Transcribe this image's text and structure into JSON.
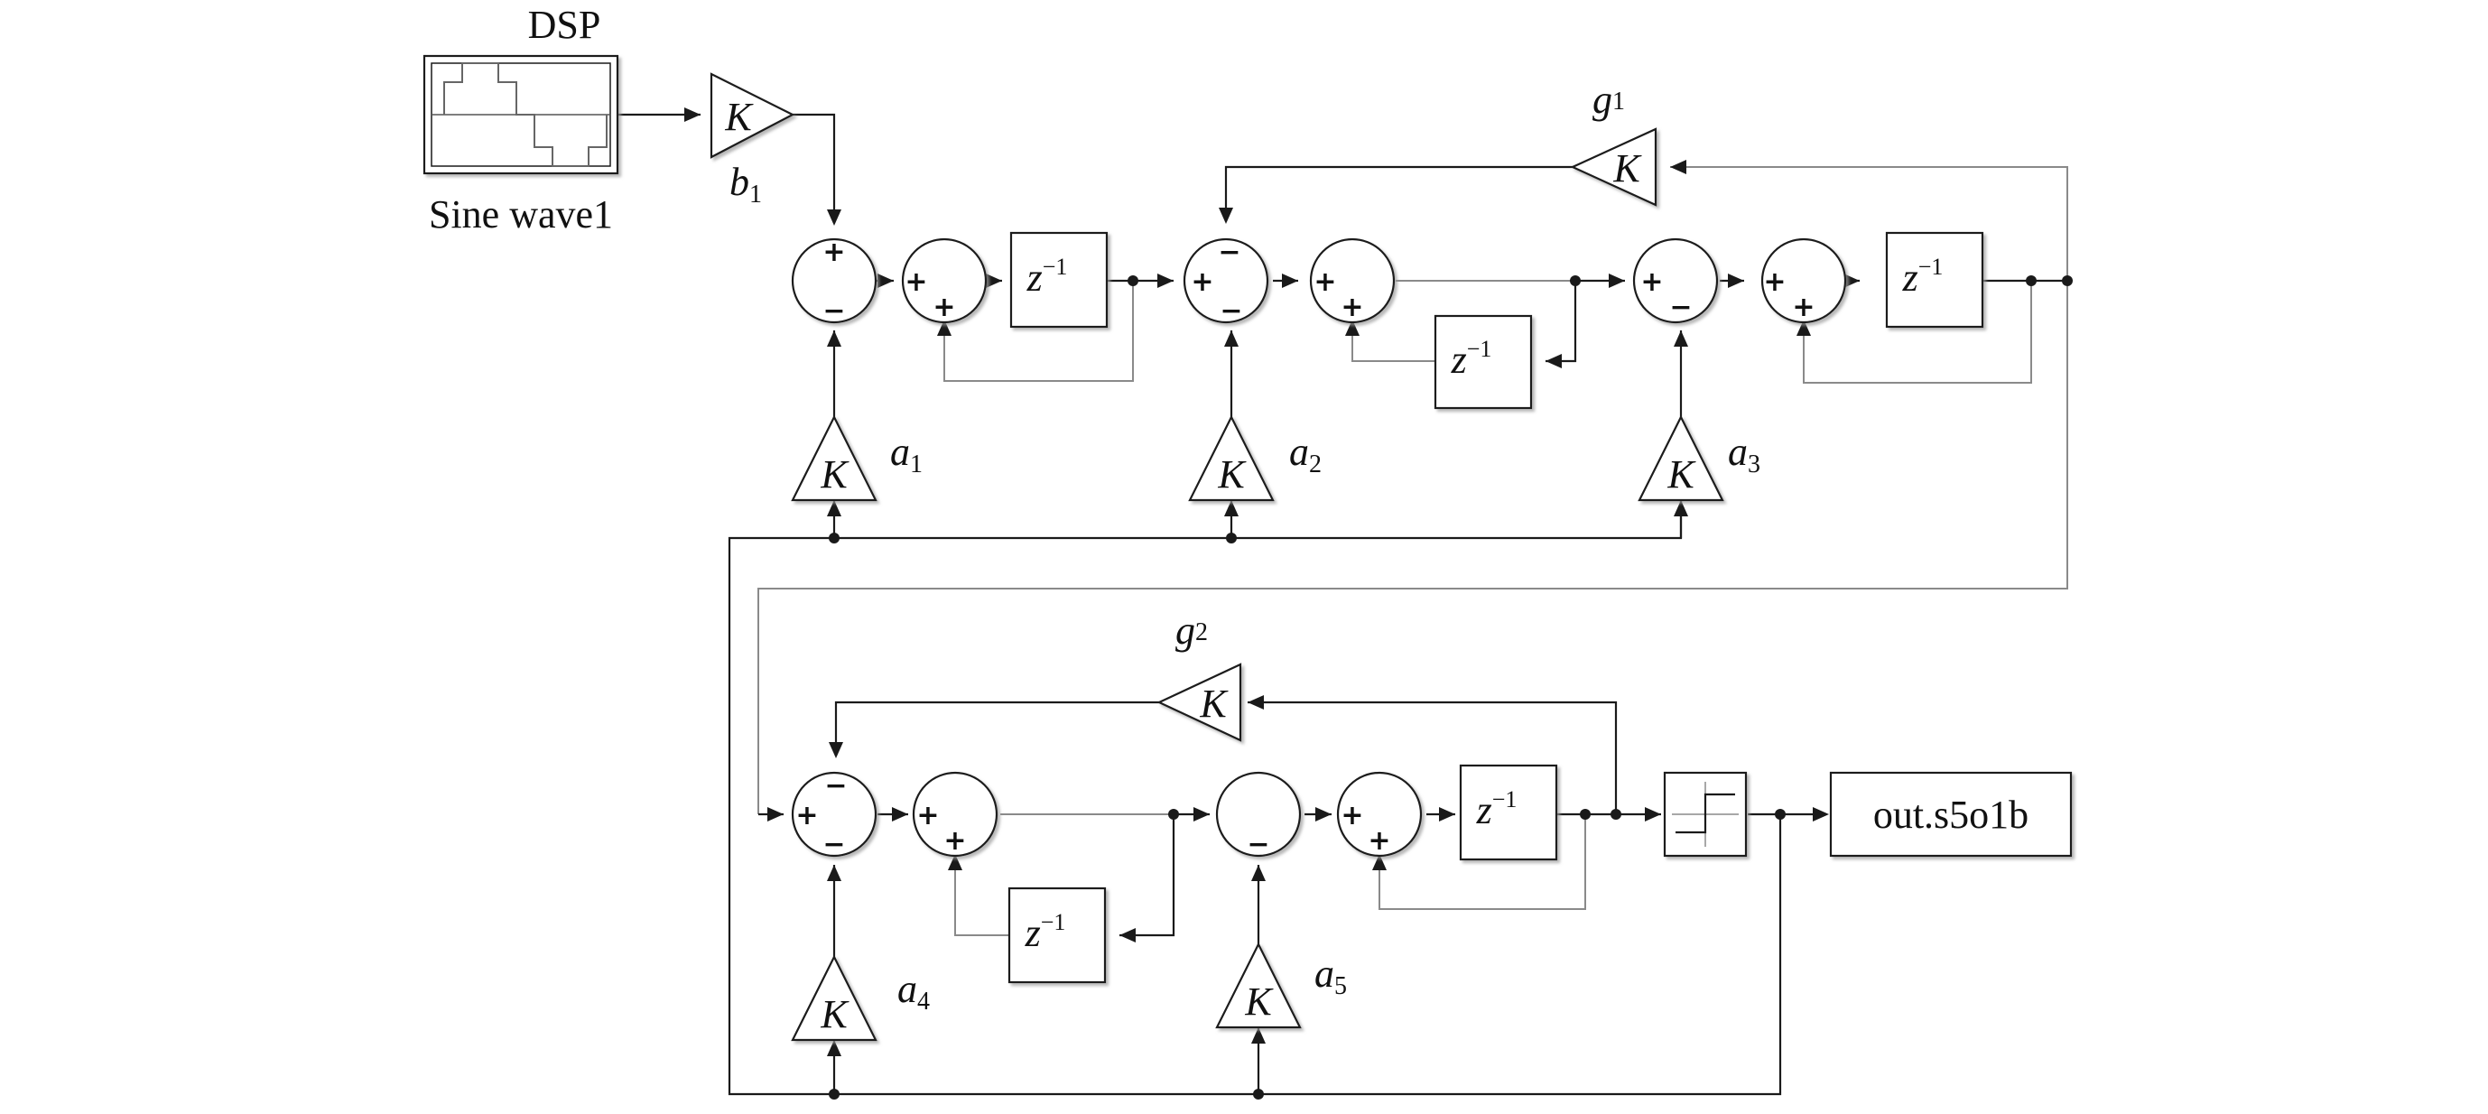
{
  "source": {
    "title": "DSP",
    "label": "Sine wave1"
  },
  "output": {
    "label": "out.s5o1b"
  },
  "gain_symbol": "K",
  "delay": {
    "base": "z",
    "exponent": "−1"
  },
  "signs": {
    "plus": "+",
    "minus": "−"
  },
  "gains": {
    "b1": {
      "letter": "b",
      "index": "1"
    },
    "g1": {
      "letter": "g",
      "index": "1"
    },
    "g2": {
      "letter": "g",
      "index": "2"
    },
    "a1": {
      "letter": "a",
      "index": "1"
    },
    "a2": {
      "letter": "a",
      "index": "2"
    },
    "a3": {
      "letter": "a",
      "index": "3"
    },
    "a4": {
      "letter": "a",
      "index": "4"
    },
    "a5": {
      "letter": "a",
      "index": "5"
    }
  }
}
